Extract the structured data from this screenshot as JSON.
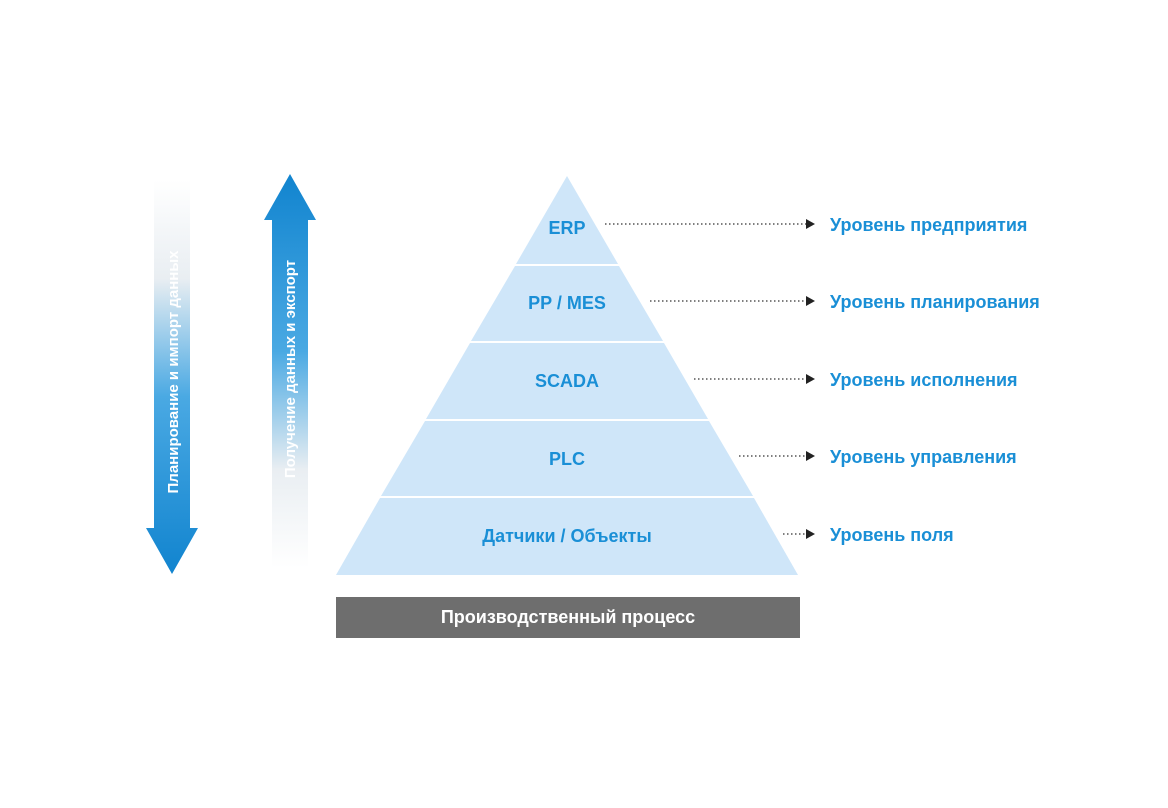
{
  "left_arrows": {
    "down_label": "Планирование и импорт данных",
    "up_label": "Получение данных и экспорт"
  },
  "pyramid": {
    "tiers": [
      {
        "label": "ERP",
        "level": "Уровень предприятия"
      },
      {
        "label": "PP / MES",
        "level": "Уровень планирования"
      },
      {
        "label": "SCADA",
        "level": "Уровень исполнения"
      },
      {
        "label": "PLC",
        "level": "Уровень управления"
      },
      {
        "label": "Датчики / Объекты",
        "level": "Уровень поля"
      }
    ]
  },
  "base": {
    "label": "Производственный процесс"
  },
  "colors": {
    "tier_fill": "#cfe6f9",
    "accent": "#1a8fd6",
    "base_fill": "#6e6e6e"
  }
}
